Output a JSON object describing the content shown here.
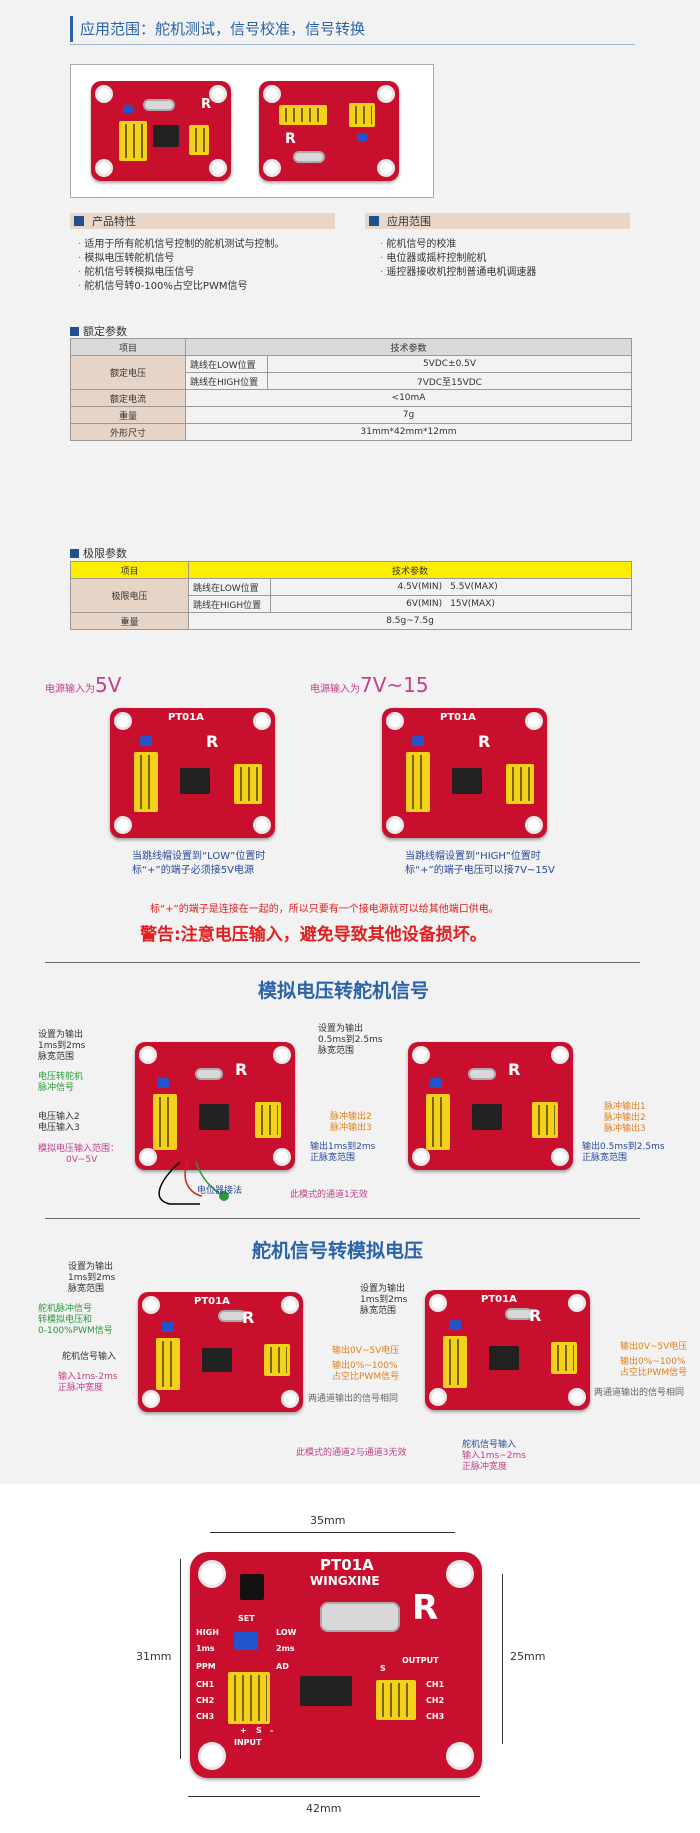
{
  "header": {
    "title": "应用范围：舵机测试，信号校准，信号转换"
  },
  "features": {
    "title": "产品特性",
    "items": [
      "适用于所有舵机信号控制的舵机测试与控制。",
      "模拟电压转舵机信号",
      "舵机信号转模拟电压信号",
      "舵机信号转0-100%占空比PWM信号"
    ]
  },
  "applications": {
    "title": "应用范围",
    "items": [
      "舵机信号的校准",
      "电位器或摇杆控制舵机",
      "遥控器接收机控制普通电机调速器"
    ]
  },
  "rated": {
    "title": "额定参数",
    "head": [
      "项目",
      "技术参数"
    ],
    "rows": [
      {
        "item": "额定电压",
        "sub": "跳线在LOW位置",
        "val": "5VDC±0.5V"
      },
      {
        "item": "",
        "sub": "跳线在HIGH位置",
        "val": "7VDC至15VDC"
      },
      {
        "item": "额定电流",
        "sub": "",
        "val": "<10mA"
      },
      {
        "item": "重量",
        "sub": "",
        "val": "7g"
      },
      {
        "item": "外形尺寸",
        "sub": "",
        "val": "31mm*42mm*12mm"
      }
    ]
  },
  "limits": {
    "title": "极限参数",
    "head": [
      "项目",
      "技术参数"
    ],
    "rows": [
      {
        "item": "极限电压",
        "sub": "跳线在LOW位置",
        "v1": "4.5V(MIN)",
        "v2": "5.5V(MAX)"
      },
      {
        "item": "",
        "sub": "跳线在HIGH位置",
        "v1": "6V(MIN)",
        "v2": "15V(MAX)"
      },
      {
        "item": "重量",
        "sub": "",
        "v1": "8.5g~7.5g",
        "v2": ""
      }
    ]
  },
  "power": {
    "left_label_prefix": "电源输入为",
    "left_value": "5V",
    "right_label_prefix": "电源输入为",
    "right_value": "7V~15",
    "left_note_1": "当跳线帽设置到“LOW”位置时",
    "left_note_2": "标“+”的端子必须接5V电源",
    "right_note_1": "当跳线帽设置到“HIGH”位置时",
    "right_note_2": "标“+”的端子电压可以接7V~15V",
    "plus_note": "标“+”的端子是连接在一起的，所以只要有一个接电源就可以给其他端口供电。",
    "warning": "警告:注意电压输入，避免导致其他设备损坏。"
  },
  "analog_to_servo": {
    "title": "模拟电压转舵机信号",
    "l1": "设置为输出",
    "l2": "1ms到2ms",
    "l3": "脉宽范围",
    "g1": "电压转舵机",
    "g2": "脉冲信号",
    "in2": "电压输入2",
    "in3": "电压输入3",
    "range1": "模拟电压输入范围：",
    "range2": "0V~5V",
    "pot": "电位器接法",
    "out2": "脉冲输出2",
    "out3": "脉冲输出3",
    "out_range1": "输出1ms到2ms",
    "out_range2": "正脉宽范围",
    "ch1_note": "此模式的通道1无效",
    "r1": "设置为输出",
    "r2": "0.5ms到2.5ms",
    "r3": "脉宽范围",
    "rout1": "脉冲输出1",
    "rout2": "脉冲输出2",
    "rout3": "脉冲输出3",
    "rrange1": "输出0.5ms到2.5ms",
    "rrange2": "正脉宽范围"
  },
  "servo_to_analog": {
    "title": "舵机信号转模拟电压",
    "l1": "设置为输出",
    "l2": "1ms到2ms",
    "l3": "脉宽范围",
    "g1": "舵机脉冲信号",
    "g2": "转模拟电压和",
    "g3": "0-100%PWM信号",
    "sig_in": "舵机信号输入",
    "in1": "输入1ms-2ms",
    "in2": "正脉冲宽度",
    "o1": "输出0V~5V电压",
    "o2": "输出0%~100%",
    "o3": "占空比PWM信号",
    "o4": "两通道输出的信号相同",
    "ch_note": "此模式的通道2与通道3无效",
    "r1": "设置为输出",
    "r2": "1ms到2ms",
    "r3": "脉宽范围",
    "ro1": "输出0V~5V电压",
    "ro2": "输出0%~100%",
    "ro3": "占空比PWM信号",
    "ro4": "两通道输出的信号相同",
    "rin1": "舵机信号输入",
    "rin2": "输入1ms~2ms",
    "rin3": "正脉冲宽度"
  },
  "board": {
    "name": "PT01A",
    "brand": "WINGXINE",
    "labels": [
      "SET",
      "HIGH",
      "LOW",
      "1ms",
      "2ms",
      "PPM",
      "AD",
      "CH1",
      "CH2",
      "CH3",
      "INPUT",
      "OUTPUT",
      "S",
      "+",
      "-"
    ]
  },
  "dims": {
    "top": "35mm",
    "left": "31mm",
    "right": "25mm",
    "bottom": "42mm"
  }
}
